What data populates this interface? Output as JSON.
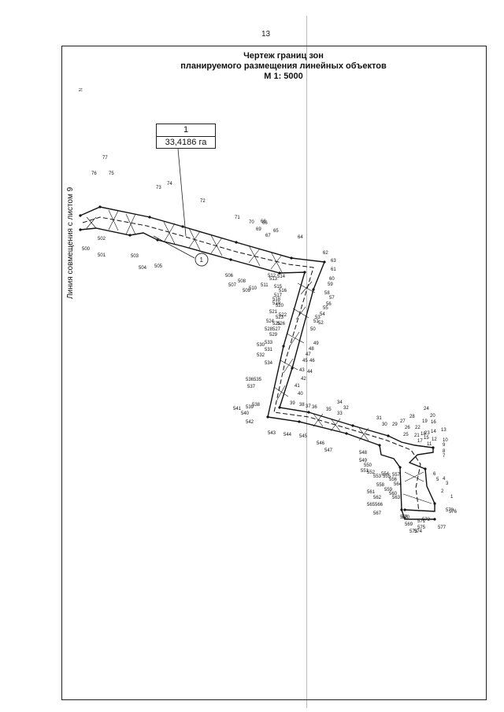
{
  "page_number": "13",
  "title": {
    "line1": "Чертеж границ зон",
    "line2": "планируемого размещения линейных объектов",
    "scale": "М 1: 5000"
  },
  "side_label": "Линия совмещения с листом 9",
  "north_mark": "N",
  "zone": {
    "id": "1",
    "area": "33,4186 га",
    "callout": "1"
  },
  "points": [
    {
      "label": "77"
    },
    {
      "label": "76"
    },
    {
      "label": "75"
    },
    {
      "label": "73"
    },
    {
      "label": "74"
    },
    {
      "label": "72"
    },
    {
      "label": "71"
    },
    {
      "label": "70"
    },
    {
      "label": "68"
    },
    {
      "label": "66"
    },
    {
      "label": "69"
    },
    {
      "label": "65"
    },
    {
      "label": "67"
    },
    {
      "label": "64"
    },
    {
      "label": "62"
    },
    {
      "label": "63"
    },
    {
      "label": "61"
    },
    {
      "label": "60"
    },
    {
      "label": "59"
    },
    {
      "label": "58"
    },
    {
      "label": "57"
    },
    {
      "label": "56"
    },
    {
      "label": "55"
    },
    {
      "label": "54"
    },
    {
      "label": "53"
    },
    {
      "label": "52"
    },
    {
      "label": "51"
    },
    {
      "label": "50"
    },
    {
      "label": "49"
    },
    {
      "label": "48"
    },
    {
      "label": "47"
    },
    {
      "label": "46"
    },
    {
      "label": "45"
    },
    {
      "label": "44"
    },
    {
      "label": "43"
    },
    {
      "label": "42"
    },
    {
      "label": "41"
    },
    {
      "label": "40"
    },
    {
      "label": "39"
    },
    {
      "label": "38"
    },
    {
      "label": "37"
    },
    {
      "label": "36"
    },
    {
      "label": "35"
    },
    {
      "label": "34"
    },
    {
      "label": "33"
    },
    {
      "label": "32"
    },
    {
      "label": "31"
    },
    {
      "label": "30"
    },
    {
      "label": "29"
    },
    {
      "label": "28"
    },
    {
      "label": "27"
    },
    {
      "label": "26"
    },
    {
      "label": "25"
    },
    {
      "label": "24"
    },
    {
      "label": "22"
    },
    {
      "label": "21"
    },
    {
      "label": "20"
    },
    {
      "label": "19"
    },
    {
      "label": "18"
    },
    {
      "label": "17"
    },
    {
      "label": "16"
    },
    {
      "label": "15"
    },
    {
      "label": "14"
    },
    {
      "label": "13"
    },
    {
      "label": "12"
    },
    {
      "label": "11"
    },
    {
      "label": "10"
    },
    {
      "label": "9"
    },
    {
      "label": "8"
    },
    {
      "label": "7"
    },
    {
      "label": "6"
    },
    {
      "label": "5"
    },
    {
      "label": "4"
    },
    {
      "label": "3"
    },
    {
      "label": "2"
    },
    {
      "label": "1"
    },
    {
      "label": "23"
    },
    {
      "label": "500"
    },
    {
      "label": "501"
    },
    {
      "label": "502"
    },
    {
      "label": "503"
    },
    {
      "label": "504"
    },
    {
      "label": "505"
    },
    {
      "label": "506"
    },
    {
      "label": "507"
    },
    {
      "label": "508"
    },
    {
      "label": "509"
    },
    {
      "label": "510"
    },
    {
      "label": "511"
    },
    {
      "label": "512"
    },
    {
      "label": "513"
    },
    {
      "label": "514"
    },
    {
      "label": "515"
    },
    {
      "label": "516"
    },
    {
      "label": "517"
    },
    {
      "label": "518"
    },
    {
      "label": "519"
    },
    {
      "label": "520"
    },
    {
      "label": "521"
    },
    {
      "label": "522"
    },
    {
      "label": "523"
    },
    {
      "label": "524"
    },
    {
      "label": "525"
    },
    {
      "label": "526"
    },
    {
      "label": "527"
    },
    {
      "label": "528"
    },
    {
      "label": "529"
    },
    {
      "label": "530"
    },
    {
      "label": "531"
    },
    {
      "label": "532"
    },
    {
      "label": "533"
    },
    {
      "label": "534"
    },
    {
      "label": "535"
    },
    {
      "label": "536"
    },
    {
      "label": "537"
    },
    {
      "label": "538"
    },
    {
      "label": "539"
    },
    {
      "label": "540"
    },
    {
      "label": "541"
    },
    {
      "label": "542"
    },
    {
      "label": "543"
    },
    {
      "label": "544"
    },
    {
      "label": "545"
    },
    {
      "label": "546"
    },
    {
      "label": "547"
    },
    {
      "label": "548"
    },
    {
      "label": "549"
    },
    {
      "label": "550"
    },
    {
      "label": "551"
    },
    {
      "label": "552"
    },
    {
      "label": "553"
    },
    {
      "label": "554"
    },
    {
      "label": "555"
    },
    {
      "label": "556"
    },
    {
      "label": "557"
    },
    {
      "label": "558"
    },
    {
      "label": "559"
    },
    {
      "label": "560"
    },
    {
      "label": "561"
    },
    {
      "label": "562"
    },
    {
      "label": "563"
    },
    {
      "label": "564"
    },
    {
      "label": "565"
    },
    {
      "label": "566"
    },
    {
      "label": "567"
    },
    {
      "label": "568"
    },
    {
      "label": "569"
    },
    {
      "label": "570"
    },
    {
      "label": "571"
    },
    {
      "label": "572"
    },
    {
      "label": "573"
    },
    {
      "label": "574"
    },
    {
      "label": "575"
    },
    {
      "label": "576"
    },
    {
      "label": "577"
    },
    {
      "label": "578"
    },
    {
      "label": "579"
    },
    {
      "label": "580"
    },
    {
      "label": "581"
    }
  ]
}
